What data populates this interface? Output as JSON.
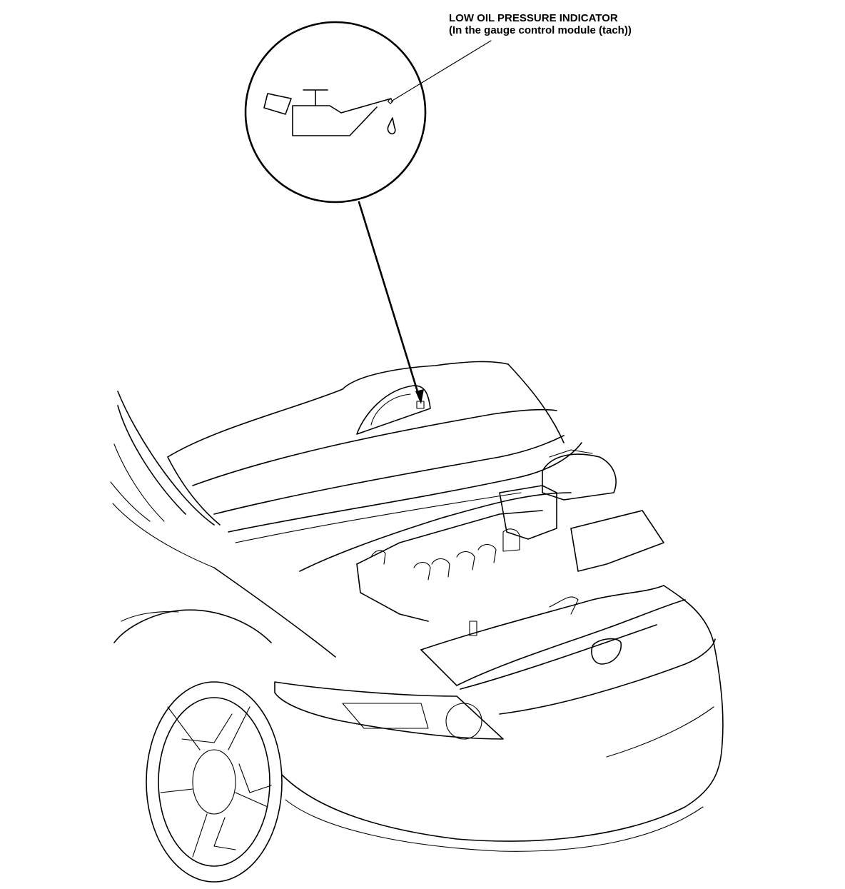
{
  "callout": {
    "title": "LOW OIL PRESSURE INDICATOR",
    "subtitle": "(In the gauge control module (tach))"
  },
  "icons": {
    "detail": "oil-can-icon",
    "vehicle": "car-engine-bay-illustration"
  },
  "colors": {
    "line": "#000000",
    "background": "#ffffff"
  }
}
